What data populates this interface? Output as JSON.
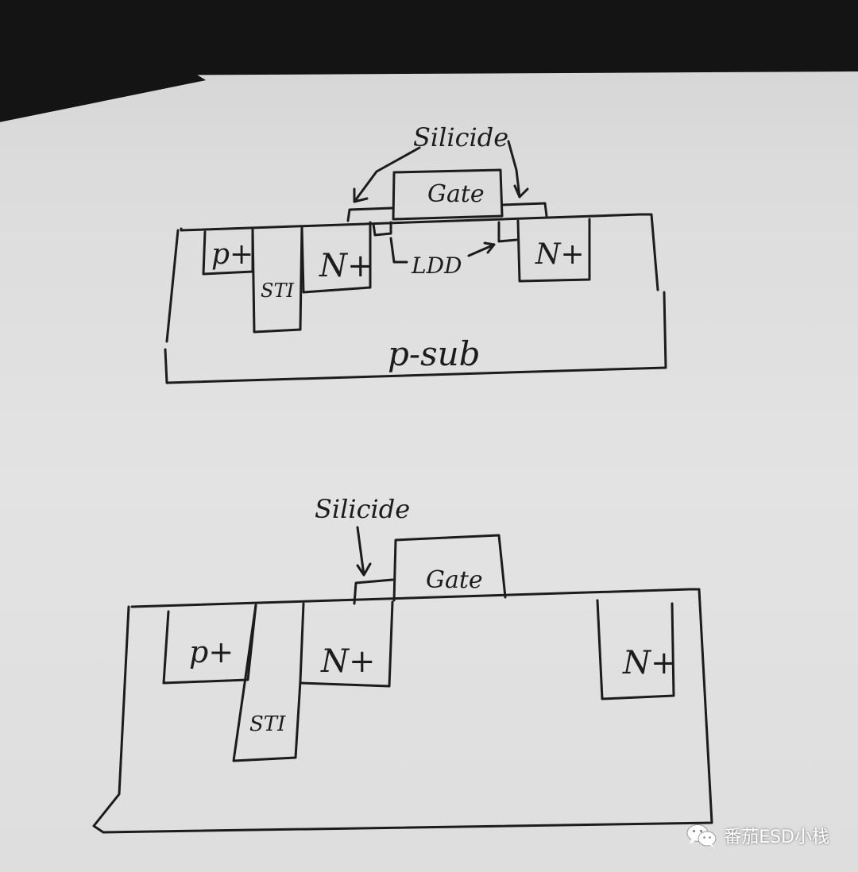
{
  "top_diagram": {
    "silicide_label": "Silicide",
    "gate_label": "Gate",
    "pplus_label": "p+",
    "sti_label": "STI",
    "nplus_left_label": "N+",
    "nplus_right_label": "N+",
    "ldd_label": "LDD",
    "substrate_label": "p-sub"
  },
  "bottom_diagram": {
    "silicide_label": "Silicide",
    "gate_label": "Gate",
    "pplus_label": "p+",
    "sti_label": "STI",
    "nplus_left_label": "N+",
    "nplus_right_label": "N+"
  },
  "watermark": {
    "text": "番茄ESD小栈",
    "icon": "wechat-icon"
  },
  "colors": {
    "ink": "#1c1c1c",
    "paper": "#e0e0e0",
    "background": "#141414"
  }
}
